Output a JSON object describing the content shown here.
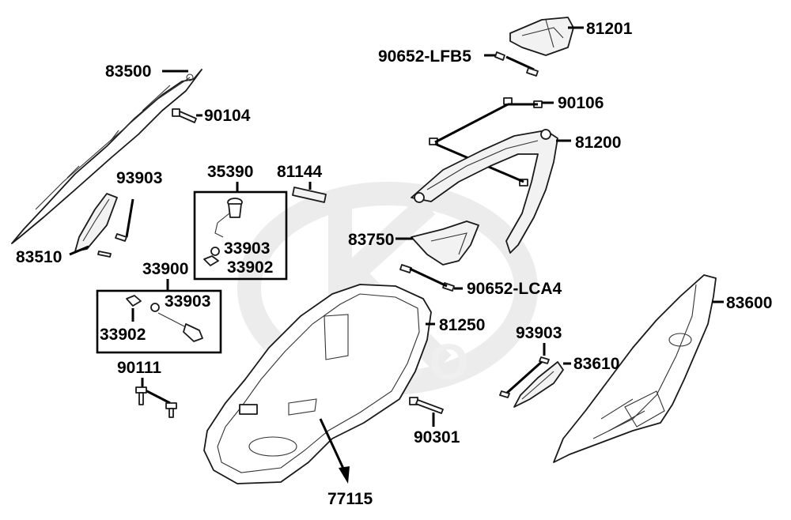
{
  "watermark": {
    "text": "KYMCO"
  },
  "labels": {
    "p83500": "83500",
    "p90104": "90104",
    "p93903_left": "93903",
    "p83510": "83510",
    "p35390": "35390",
    "p81144": "81144",
    "p33903_a": "33903",
    "p33902_a": "33902",
    "p33900": "33900",
    "p33903_b": "33903",
    "p33902_b": "33902",
    "p90111": "90111",
    "p81201": "81201",
    "p90652_lfb5": "90652-LFB5",
    "p90106": "90106",
    "p81200": "81200",
    "p83750": "83750",
    "p90652_lca4": "90652-LCA4",
    "p81250": "81250",
    "p83600": "83600",
    "p93903_right": "93903",
    "p83610": "83610",
    "p90301": "90301",
    "p77115": "77115"
  }
}
